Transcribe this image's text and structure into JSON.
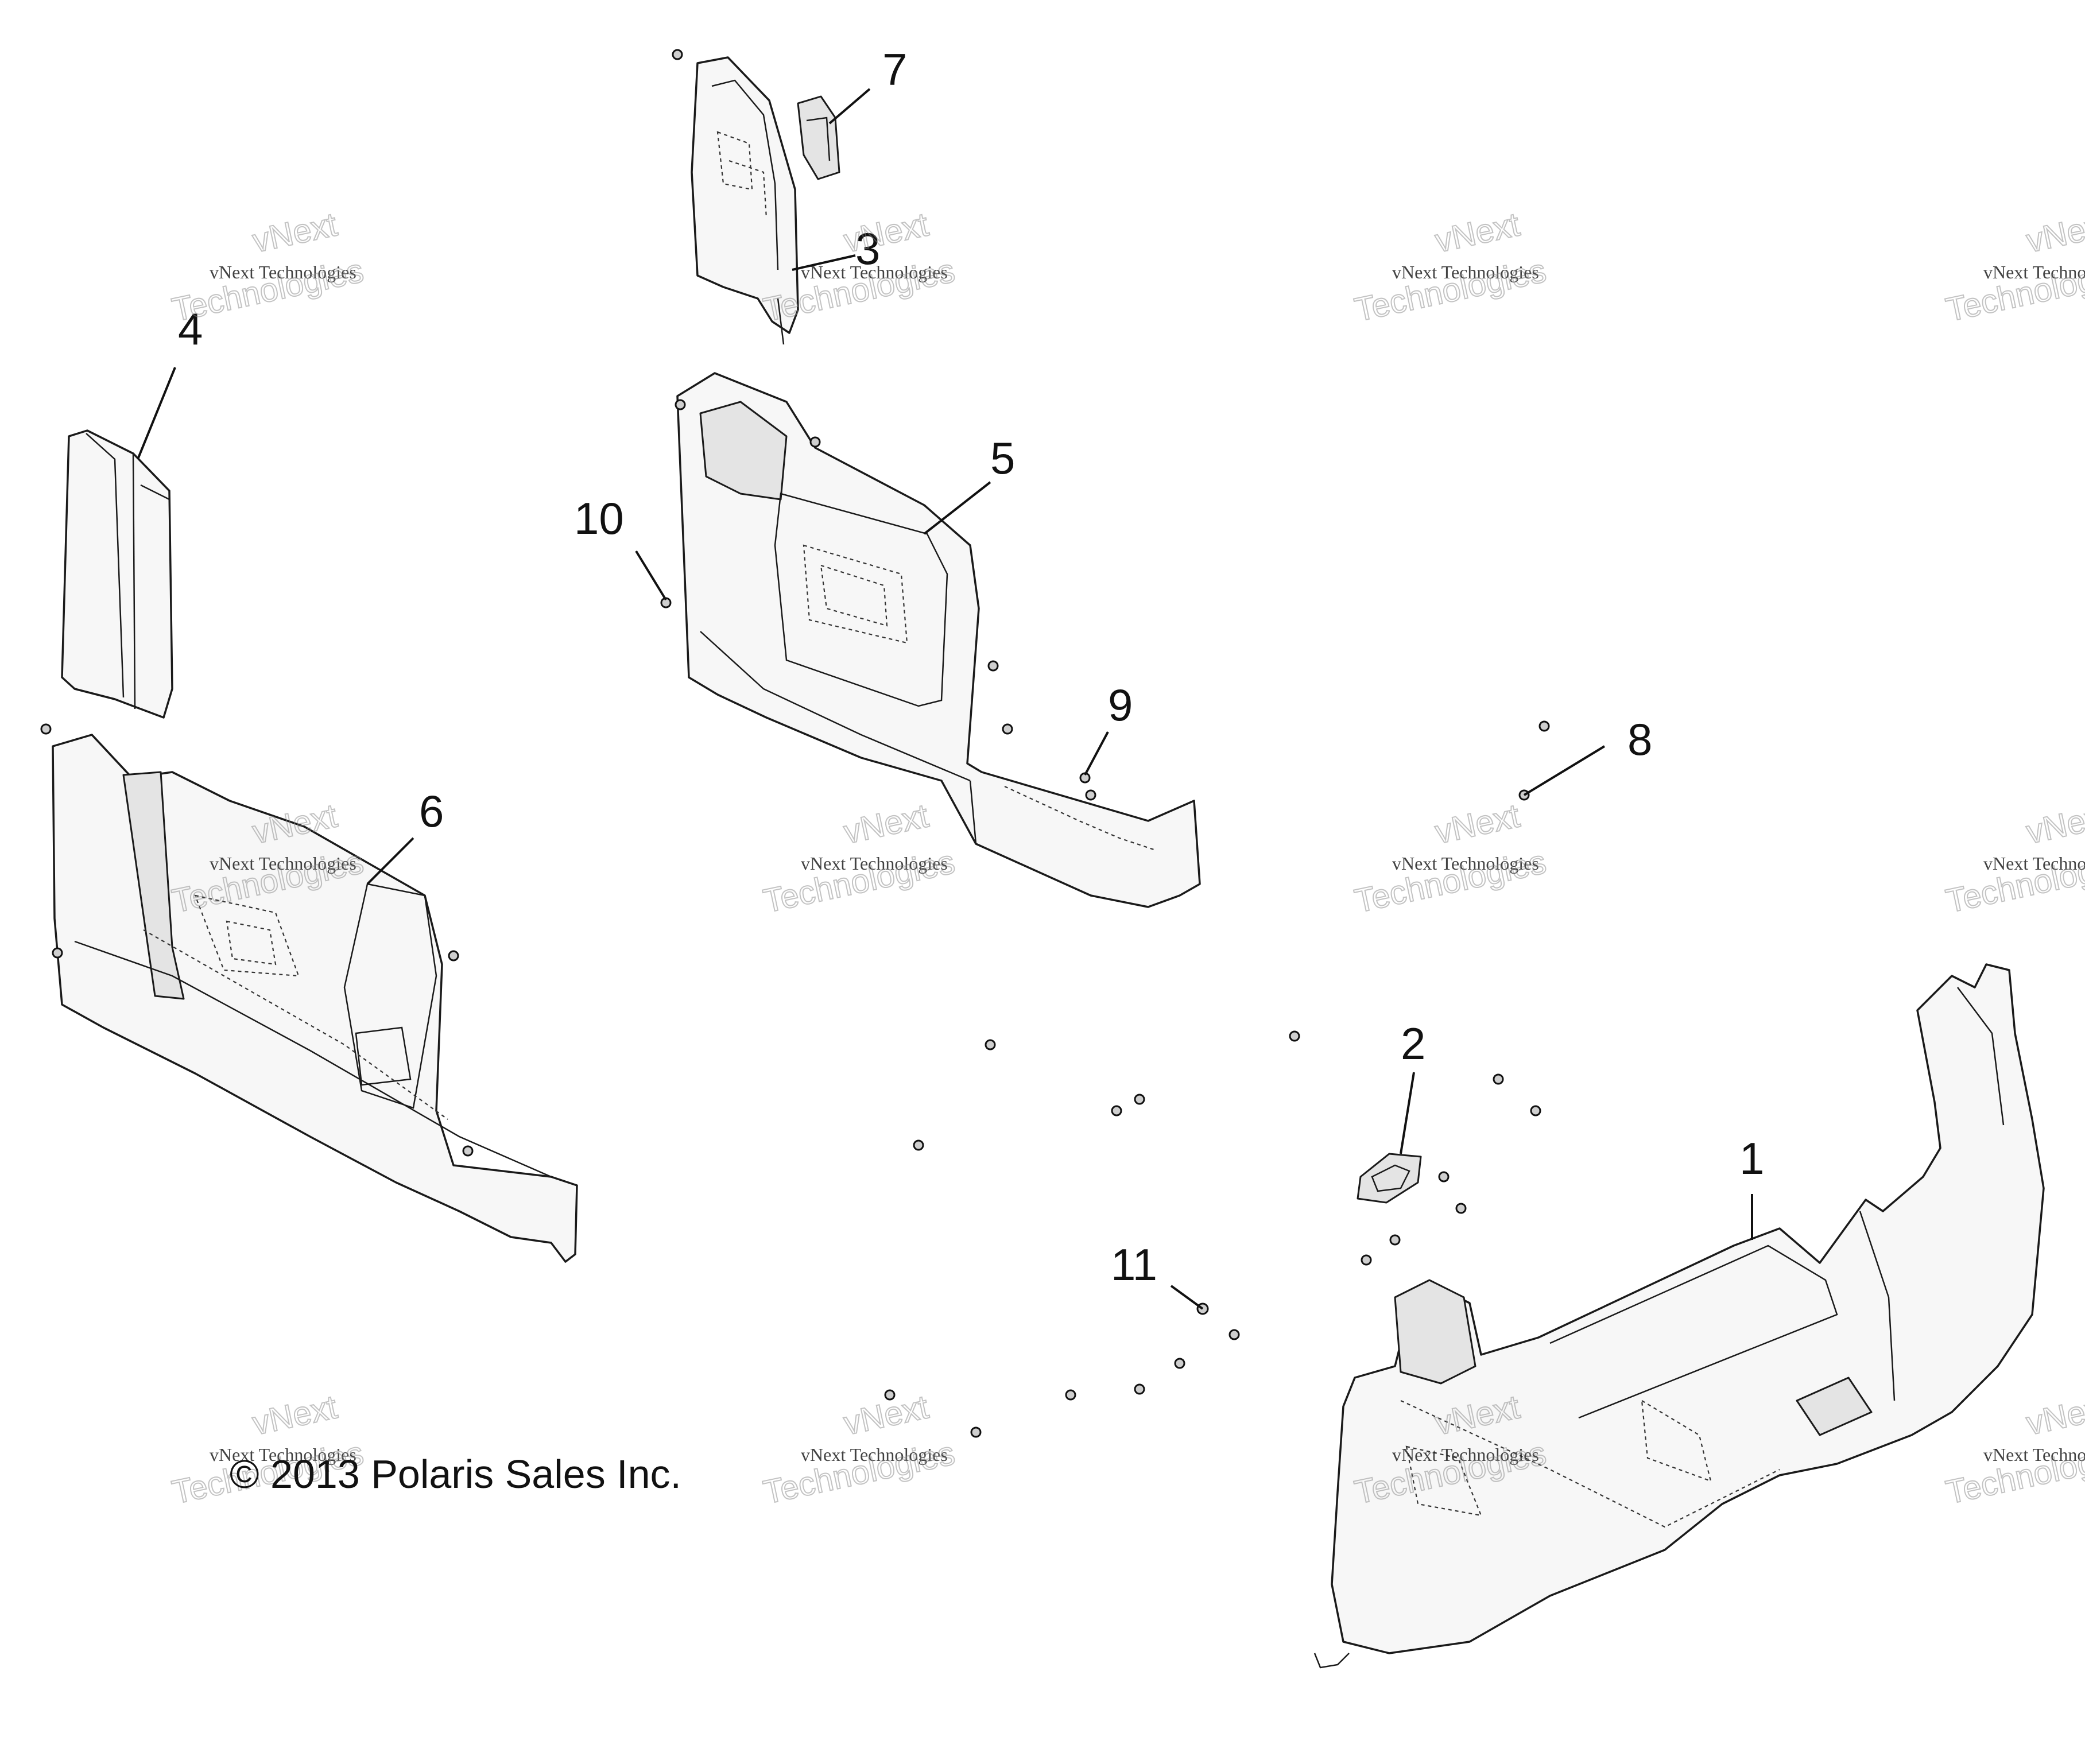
{
  "diagram": {
    "callouts": [
      "1",
      "2",
      "3",
      "4",
      "5",
      "6",
      "7",
      "8",
      "9",
      "10",
      "11"
    ],
    "copyright": "© 2013 Polaris Sales Inc.",
    "watermark": {
      "line1": "vNext Technologies",
      "line2": "vNext",
      "line3": "Technologies"
    }
  }
}
